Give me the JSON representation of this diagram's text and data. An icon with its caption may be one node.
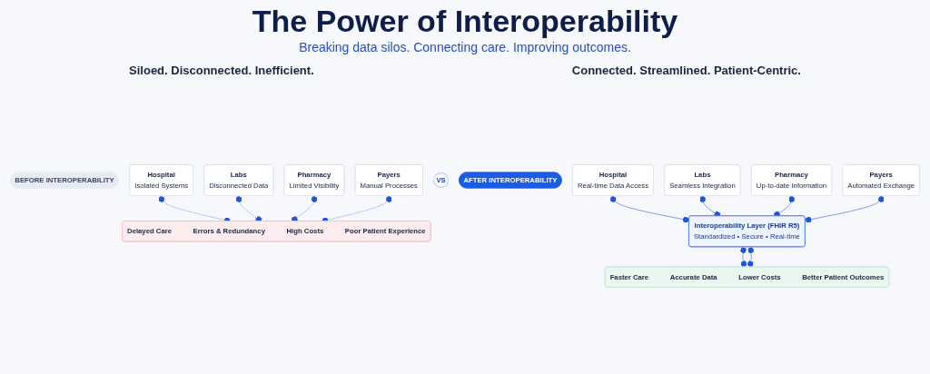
{
  "diagram": {
    "title": "The Power of Interoperability",
    "nodes": [
      {
        "text": [
          "BEFORE INTEROPERABILITY"
        ]
      },
      {
        "text": [
          "Hospital",
          "Isolated Systems"
        ]
      },
      {
        "text": [
          "Labs",
          "Disconnected Data"
        ]
      },
      {
        "text": [
          "Pharmacy",
          "Limited Visibility"
        ]
      },
      {
        "text": [
          "Payers",
          "Manual Processes"
        ]
      },
      {
        "text": [
          "Delayed Care",
          "Errors & Redundancy",
          "High Costs",
          "Poor Patient Experience"
        ]
      },
      {
        "text": [
          "VS"
        ]
      },
      {
        "text": [
          "AFTER INTEROPERABILITY"
        ]
      },
      {
        "text": [
          "Hospital",
          "Real-time Data Access"
        ]
      },
      {
        "text": [
          "Labs",
          "Seamless Integration"
        ]
      },
      {
        "text": [
          "Pharmacy",
          "Up-to-date Information"
        ]
      },
      {
        "text": [
          "Payers",
          "Automated Exchange"
        ]
      },
      {
        "text": [
          "Interoperability Layer (FHIR R5)",
          "Standardized • Secure • Real-time"
        ]
      },
      {
        "text": [
          "Faster Care",
          "Accurate Data",
          "Lower Costs",
          "Better Patient Outcomes"
        ]
      }
    ],
    "edges": [
      {
        "from": 1,
        "to": 5,
        "arrow": "other",
        "style": "dashed"
      },
      {
        "from": 2,
        "to": 5,
        "arrow": "other",
        "style": "dashed"
      },
      {
        "from": 3,
        "to": 5,
        "arrow": "other",
        "style": "dashed"
      },
      {
        "from": 4,
        "to": 5,
        "arrow": "other",
        "style": "dashed"
      },
      {
        "from": 8,
        "to": 12,
        "arrow": "other"
      },
      {
        "from": 9,
        "to": 12,
        "arrow": "other"
      },
      {
        "from": 10,
        "to": 12,
        "arrow": "other"
      },
      {
        "from": 11,
        "to": 12,
        "arrow": "other"
      },
      {
        "from": 12,
        "to": 13,
        "arrow": "other"
      },
      {
        "from": 12,
        "to": 13,
        "arrow": "other"
      }
    ],
    "labels": [
      "Breaking data silos. Connecting care. Improving outcomes.",
      "Siloed. Disconnected. Inefficient.",
      "Connected. Streamlined. Patient-Centric."
    ]
  }
}
